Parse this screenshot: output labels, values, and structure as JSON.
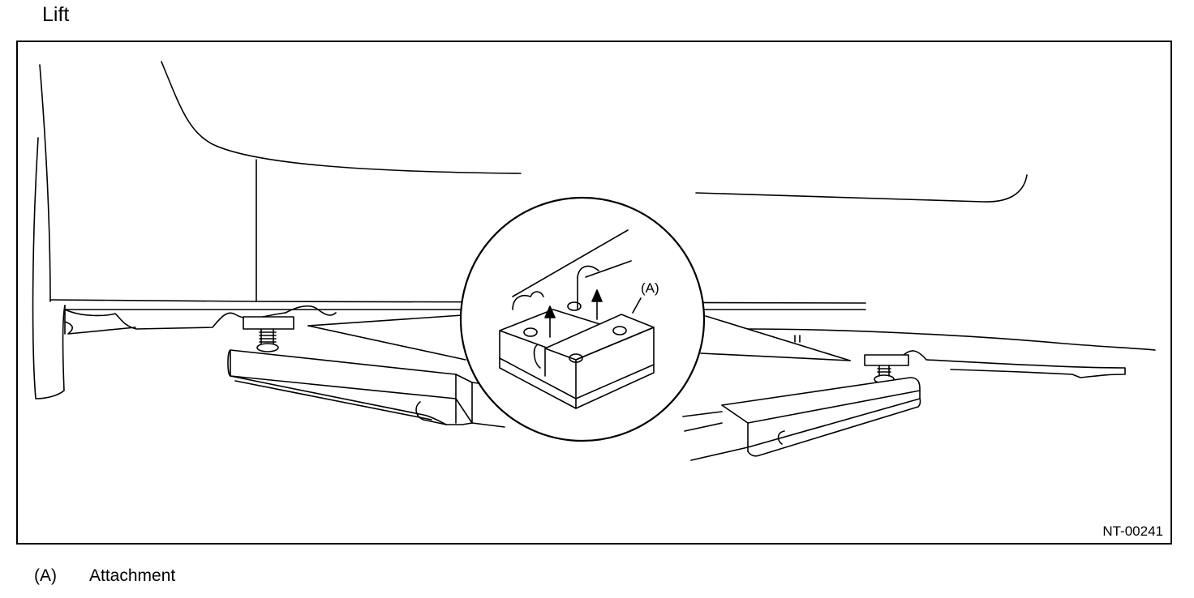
{
  "title": "Lift",
  "figure": {
    "id": "NT-00241",
    "callout": "(A)"
  },
  "legend": [
    {
      "key": "(A)",
      "text": "Attachment"
    }
  ]
}
